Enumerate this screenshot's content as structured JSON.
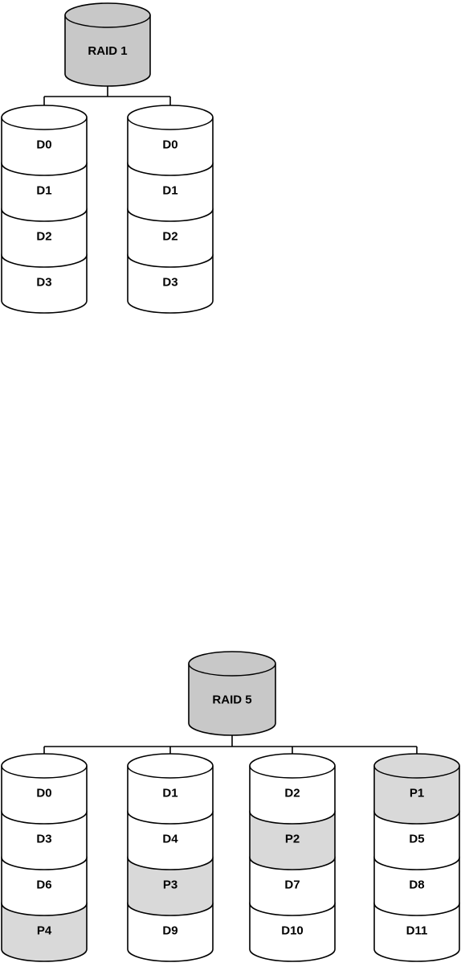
{
  "colors": {
    "controller": "#c8c8c8",
    "parity": "#d9d9d9",
    "data": "#ffffff",
    "stroke": "#000000"
  },
  "diagrams": [
    {
      "name": "raid1",
      "controller": "RAID 1",
      "disks": [
        {
          "blocks": [
            {
              "label": "D0",
              "parity": false
            },
            {
              "label": "D1",
              "parity": false
            },
            {
              "label": "D2",
              "parity": false
            },
            {
              "label": "D3",
              "parity": false
            }
          ]
        },
        {
          "blocks": [
            {
              "label": "D0",
              "parity": false
            },
            {
              "label": "D1",
              "parity": false
            },
            {
              "label": "D2",
              "parity": false
            },
            {
              "label": "D3",
              "parity": false
            }
          ]
        }
      ]
    },
    {
      "name": "raid5",
      "controller": "RAID 5",
      "disks": [
        {
          "blocks": [
            {
              "label": "D0",
              "parity": false
            },
            {
              "label": "D3",
              "parity": false
            },
            {
              "label": "D6",
              "parity": false
            },
            {
              "label": "P4",
              "parity": true
            }
          ]
        },
        {
          "blocks": [
            {
              "label": "D1",
              "parity": false
            },
            {
              "label": "D4",
              "parity": false
            },
            {
              "label": "P3",
              "parity": true
            },
            {
              "label": "D9",
              "parity": false
            }
          ]
        },
        {
          "blocks": [
            {
              "label": "D2",
              "parity": false
            },
            {
              "label": "P2",
              "parity": true
            },
            {
              "label": "D7",
              "parity": false
            },
            {
              "label": "D10",
              "parity": false
            }
          ]
        },
        {
          "blocks": [
            {
              "label": "P1",
              "parity": true
            },
            {
              "label": "D5",
              "parity": false
            },
            {
              "label": "D8",
              "parity": false
            },
            {
              "label": "D11",
              "parity": false
            }
          ]
        }
      ]
    }
  ]
}
